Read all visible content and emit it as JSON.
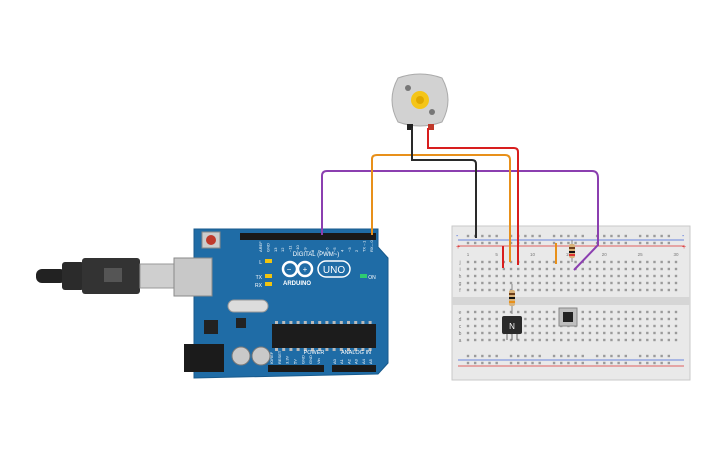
{
  "arduino": {
    "brand": "ARDUINO",
    "model": "UNO",
    "digital_label": "DIGITAL (PWM~)",
    "power_label": "POWER",
    "analog_label": "ANALOG IN",
    "on_label": "ON",
    "led_l": "L",
    "led_tx": "TX",
    "led_rx": "RX",
    "top_pins": [
      "AREF",
      "GND",
      "13",
      "12",
      "~11",
      "~10",
      "~9",
      "8",
      "7",
      "~6",
      "~5",
      "4",
      "~3",
      "2",
      "TX→1",
      "RX←0"
    ],
    "power_pins": [
      "IOREF",
      "RESET",
      "3.3V",
      "5V",
      "GND",
      "GND",
      "Vin"
    ],
    "analog_pins": [
      "A0",
      "A1",
      "A2",
      "A3",
      "A4",
      "A5"
    ]
  },
  "breadboard": {
    "column_numbers_top": [
      "1",
      "5",
      "10",
      "15",
      "20",
      "25",
      "30"
    ],
    "row_letters_top": [
      "j",
      "i",
      "h",
      "g",
      "f"
    ],
    "row_letters_bottom": [
      "e",
      "d",
      "c",
      "b",
      "a"
    ],
    "rail_plus": "+",
    "rail_minus": "-"
  },
  "transistor": {
    "label": "N"
  },
  "colors": {
    "board": "#1e6fa8",
    "wire_purple": "#8b3fb0",
    "wire_orange": "#e8901a",
    "wire_red": "#d81e1e",
    "wire_black": "#2a2a2a",
    "breadboard": "#e9e9e9",
    "rail_red": "#d33",
    "rail_blue": "#3a5fd8"
  }
}
